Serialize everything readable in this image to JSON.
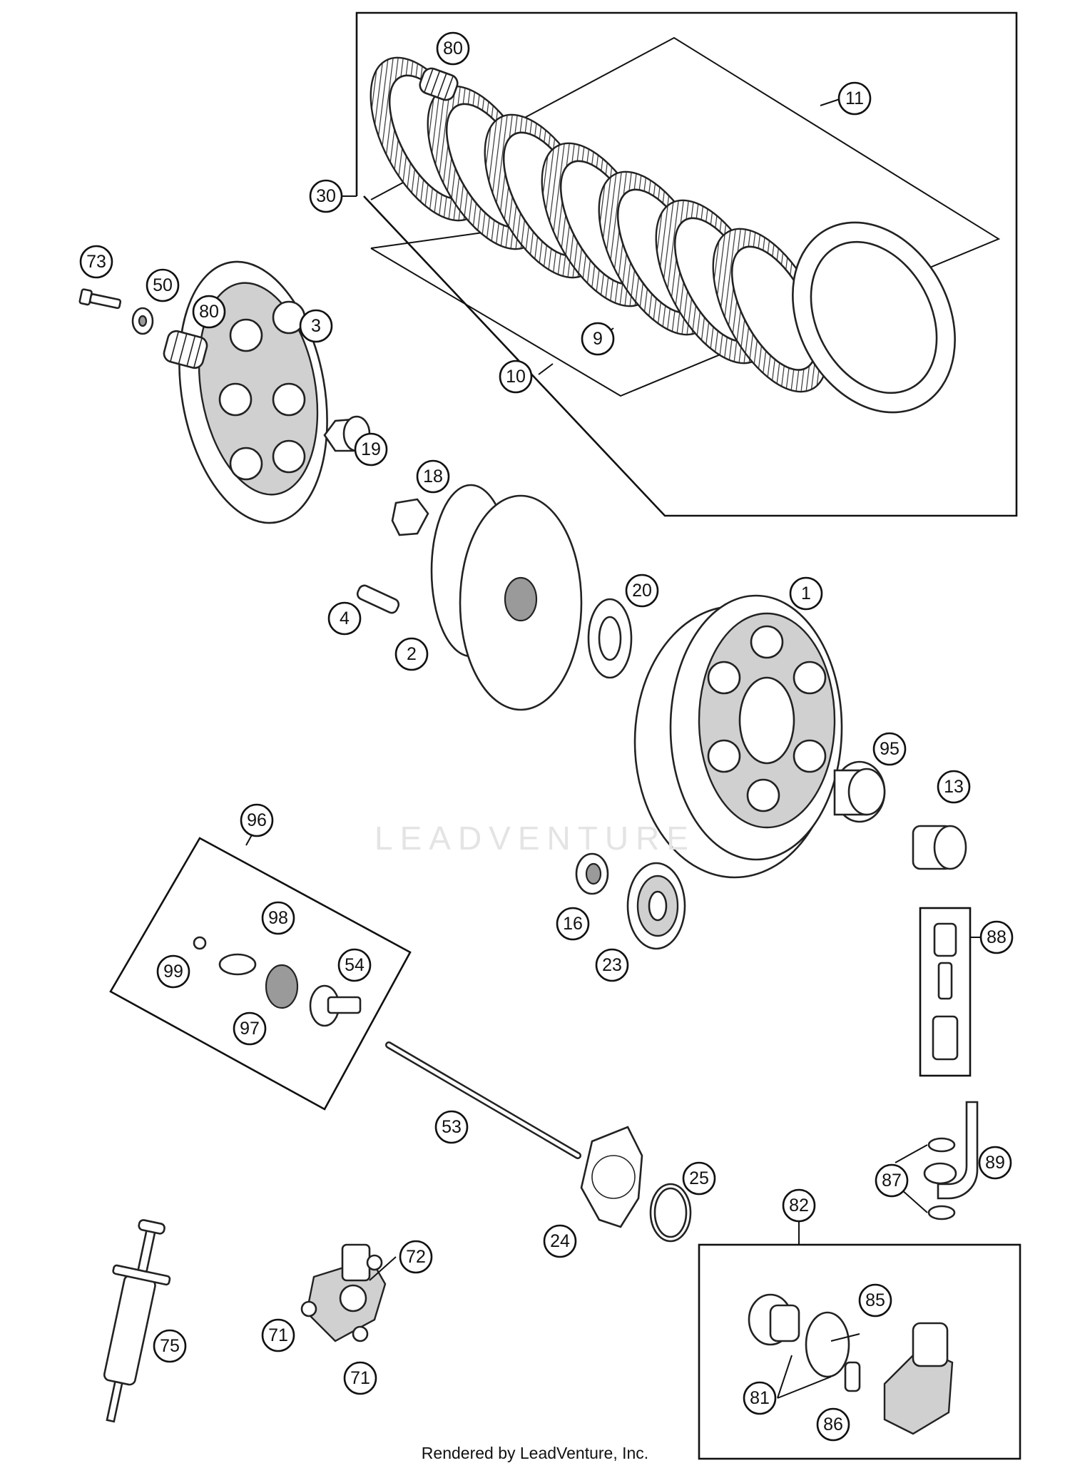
{
  "watermark": "LEADVENTURE",
  "footer": "Rendered by LeadVenture, Inc.",
  "callouts": [
    "80",
    "11",
    "30",
    "9",
    "10",
    "73",
    "50",
    "80",
    "3",
    "19",
    "18",
    "20",
    "1",
    "4",
    "2",
    "95",
    "13",
    "96",
    "98",
    "99",
    "54",
    "97",
    "16",
    "23",
    "88",
    "53",
    "87",
    "89",
    "25",
    "24",
    "82",
    "72",
    "85",
    "71",
    "75",
    "71",
    "81",
    "86"
  ]
}
